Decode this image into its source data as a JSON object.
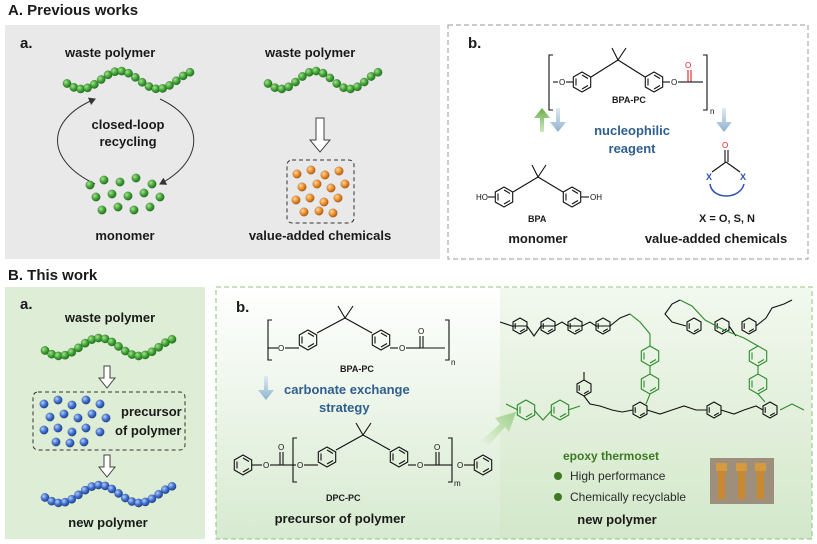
{
  "sectionA": {
    "title": "A. Previous works",
    "panel_a": {
      "label": "a.",
      "waste_left": "waste polymer",
      "waste_right": "waste polymer",
      "loop_label_1": "closed-loop",
      "loop_label_2": "recycling",
      "monomer": "monomer",
      "value_added": "value-added chemicals"
    },
    "panel_b": {
      "label": "b.",
      "polymer": "BPA-PC",
      "repeat": "n",
      "reagent_1": "nucleophilic",
      "reagent_2": "reagent",
      "bpa": "BPA",
      "monomer": "monomer",
      "x_def": "X = O, S, N",
      "value_added": "value-added chemicals",
      "atom_x": "X",
      "atom_o": "O",
      "atom_ho": "HO",
      "atom_oh": "OH"
    }
  },
  "sectionB": {
    "title": "B. This work",
    "panel_a": {
      "label": "a.",
      "waste": "waste polymer",
      "precursor_1": "precursor",
      "precursor_2": "of polymer",
      "new": "new polymer"
    },
    "panel_b": {
      "label": "b.",
      "polymer": "BPA-PC",
      "repeat_n": "n",
      "strategy_1": "carbonate exchange",
      "strategy_2": "strategy",
      "dpc": "DPC-PC",
      "repeat_m": "m",
      "precursor": "precursor of polymer",
      "thermoset": "epoxy thermoset",
      "feature_1": "High performance",
      "feature_2": "Chemically recyclable",
      "new": "new polymer"
    }
  },
  "colors": {
    "green_bead": "#3fa535",
    "blue_bead": "#3d6fd0",
    "orange_bead": "#f08a24",
    "gray_panel": "#e9e9e9",
    "green_panel": "#deedd5",
    "heading_blue": "#2f5f8f",
    "dashed_green": "#8cc47a"
  }
}
